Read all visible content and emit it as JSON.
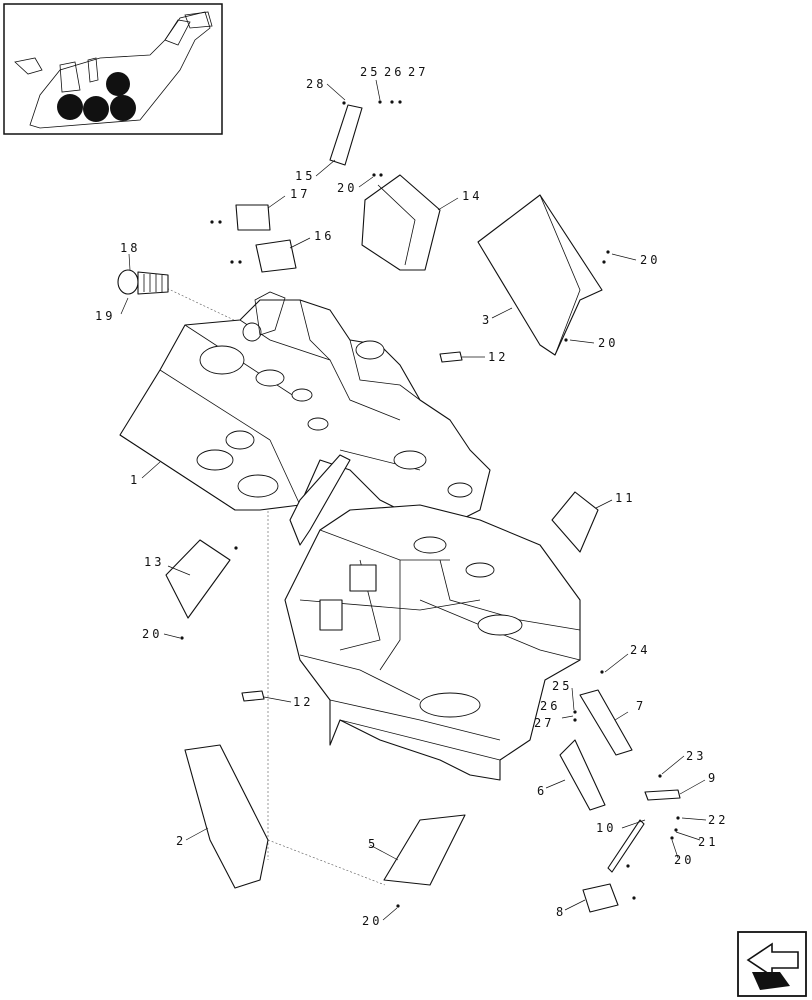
{
  "diagram": {
    "callouts": [
      {
        "id": "c28",
        "text": "28"
      },
      {
        "id": "c25",
        "text": "25"
      },
      {
        "id": "c26a",
        "text": "26"
      },
      {
        "id": "c27a",
        "text": "27"
      },
      {
        "id": "c15",
        "text": "15"
      },
      {
        "id": "c20a",
        "text": "20"
      },
      {
        "id": "c14",
        "text": "14"
      },
      {
        "id": "c17",
        "text": "17"
      },
      {
        "id": "c16",
        "text": "16"
      },
      {
        "id": "c18",
        "text": "18"
      },
      {
        "id": "c19",
        "text": "19"
      },
      {
        "id": "c20b",
        "text": "20"
      },
      {
        "id": "c3",
        "text": "3"
      },
      {
        "id": "c20c",
        "text": "20"
      },
      {
        "id": "c12a",
        "text": "12"
      },
      {
        "id": "c1",
        "text": "1"
      },
      {
        "id": "c11",
        "text": "11"
      },
      {
        "id": "c13",
        "text": "13"
      },
      {
        "id": "c20d",
        "text": "20"
      },
      {
        "id": "c24",
        "text": "24"
      },
      {
        "id": "c25b",
        "text": "25"
      },
      {
        "id": "c26b",
        "text": "26"
      },
      {
        "id": "c27b",
        "text": "27"
      },
      {
        "id": "c7",
        "text": "7"
      },
      {
        "id": "c12b",
        "text": "12"
      },
      {
        "id": "c23",
        "text": "23"
      },
      {
        "id": "c9",
        "text": "9"
      },
      {
        "id": "c6",
        "text": "6"
      },
      {
        "id": "c22",
        "text": "22"
      },
      {
        "id": "c10",
        "text": "10"
      },
      {
        "id": "c21",
        "text": "21"
      },
      {
        "id": "c20e",
        "text": "20"
      },
      {
        "id": "c2",
        "text": "2"
      },
      {
        "id": "c5",
        "text": "5"
      },
      {
        "id": "c8",
        "text": "8"
      },
      {
        "id": "c20f",
        "text": "20"
      }
    ]
  },
  "icons": {
    "thumbnail": "harvester-thumbnail-icon",
    "navigation": "arrow-navigation-icon"
  }
}
